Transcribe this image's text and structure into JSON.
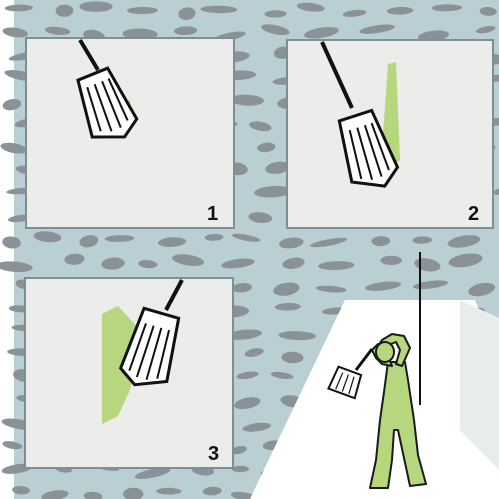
{
  "colors": {
    "wall": "#b9cfd3",
    "stone": "#8a9297",
    "panel": "#ececea",
    "panel_border": "#7d8f95",
    "paint": "#b6d77e",
    "brush_dark": "#111111",
    "brush_bristle": "#ffffff",
    "figure_fill": "#b6d77e",
    "figure_stroke": "#1a1a1a",
    "light": "#ffffff"
  },
  "panels": [
    {
      "number": "1",
      "step": "brush-start"
    },
    {
      "number": "2",
      "step": "first-stroke"
    },
    {
      "number": "3",
      "step": "second-stroke"
    }
  ],
  "icons": [
    "wallpaper-brush-icon",
    "person-painting-icon",
    "plumb-line-icon"
  ]
}
